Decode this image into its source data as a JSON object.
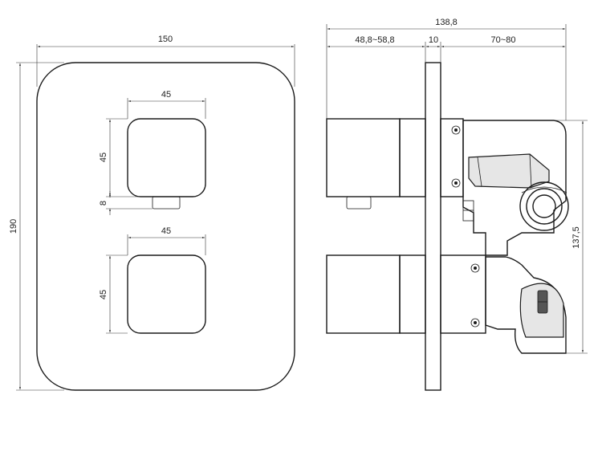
{
  "front_view": {
    "width_label": "150",
    "height_label": "190",
    "top_knob_width_label": "45",
    "top_knob_height_label": "45",
    "stem_label": "8",
    "bottom_knob_width_label": "45",
    "bottom_knob_height_label": "45"
  },
  "side_view": {
    "total_depth_label": "138,8",
    "front_depth_label": "48,8~58,8",
    "plate_label": "10",
    "body_depth_label": "70~80",
    "body_height_label": "137,5"
  }
}
